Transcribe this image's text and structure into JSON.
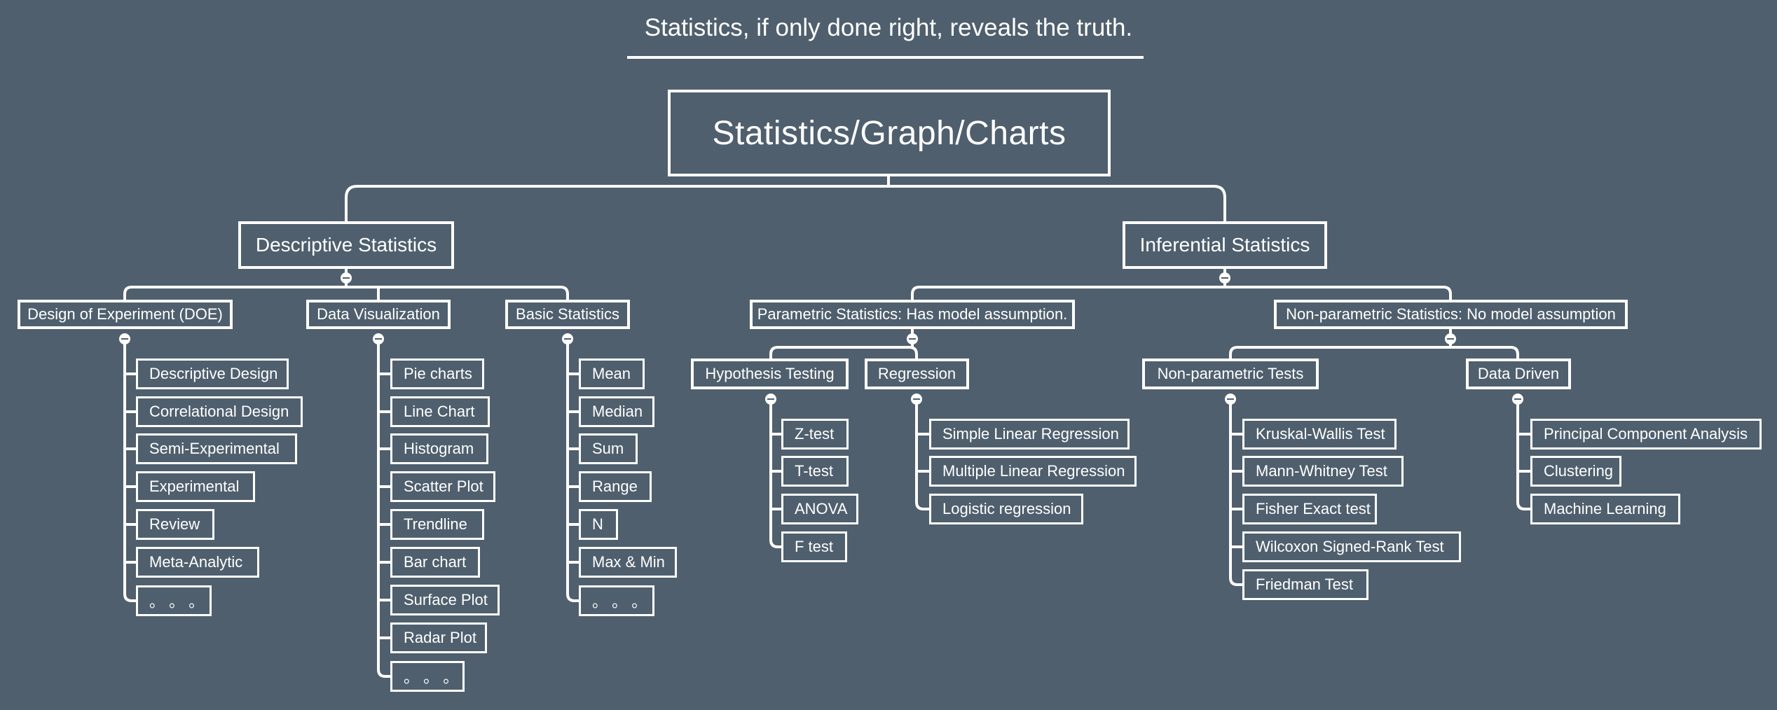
{
  "tagline": "Statistics, if only done right, reveals the truth.",
  "root": "Statistics/Graph/Charts",
  "descriptive": {
    "title": "Descriptive Statistics",
    "doe": {
      "title": "Design of Experiment (DOE)",
      "items": [
        "Descriptive Design",
        "Correlational Design",
        "Semi-Experimental",
        "Experimental",
        "Review",
        "Meta-Analytic",
        "。 。 。"
      ]
    },
    "viz": {
      "title": "Data Visualization",
      "items": [
        "Pie charts",
        "Line Chart",
        "Histogram",
        "Scatter Plot",
        "Trendline",
        "Bar chart",
        "Surface Plot",
        "Radar Plot",
        "。 。 。"
      ]
    },
    "basic": {
      "title": "Basic Statistics",
      "items": [
        "Mean",
        "Median",
        "Sum",
        "Range",
        "N",
        "Max & Min",
        "。 。 。"
      ]
    }
  },
  "inferential": {
    "title": "Inferential Statistics",
    "parametric": {
      "title": "Parametric Statistics: Has model assumption.",
      "hypothesis": {
        "title": "Hypothesis Testing",
        "items": [
          "Z-test",
          "T-test",
          "ANOVA",
          "F test"
        ]
      },
      "regression": {
        "title": "Regression",
        "items": [
          "Simple Linear Regression",
          "Multiple Linear Regression",
          "Logistic regression"
        ]
      }
    },
    "nonparametric": {
      "title": "Non-parametric Statistics: No model assumption",
      "tests": {
        "title": "Non-parametric Tests",
        "items": [
          "Kruskal-Wallis Test",
          "Mann-Whitney Test",
          "Fisher Exact test",
          "Wilcoxon Signed-Rank Test",
          "Friedman Test"
        ]
      },
      "datadriven": {
        "title": "Data Driven",
        "items": [
          "Principal Component Analysis",
          "Clustering",
          "Machine Learning"
        ]
      }
    }
  }
}
